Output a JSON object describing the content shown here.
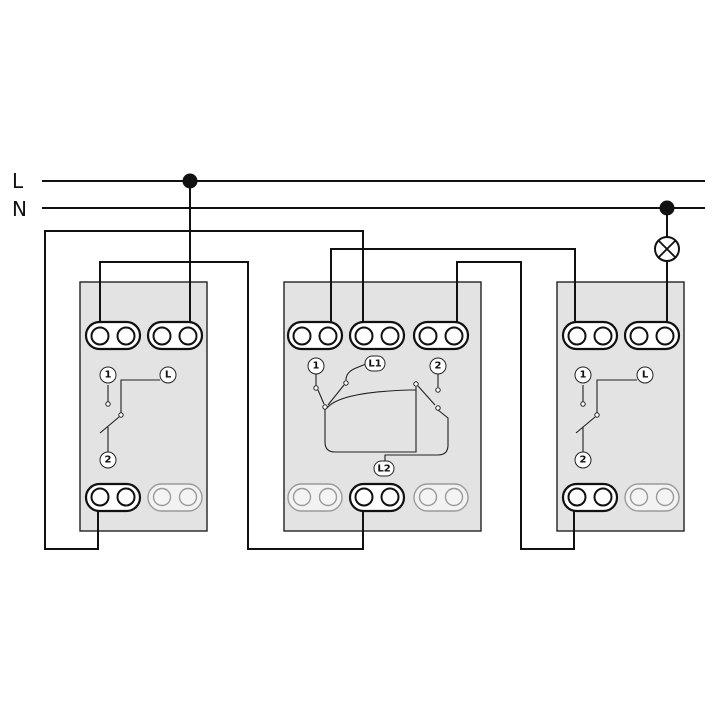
{
  "buses": {
    "line": "L",
    "neutral": "N"
  },
  "devices": [
    {
      "type": "two-way",
      "labels": {
        "t1": "1",
        "t2": "2",
        "common": "L"
      }
    },
    {
      "type": "intermediate",
      "labels": {
        "t1": "1",
        "t2": "2",
        "l1": "L1",
        "l2": "L2"
      }
    },
    {
      "type": "two-way",
      "labels": {
        "t1": "1",
        "t2": "2",
        "common": "L"
      }
    }
  ],
  "lamp": {
    "icon": "lamp-icon"
  },
  "colors": {
    "ink": "#111111",
    "body": "#e3e3e3",
    "inactive": "#9a9a9a"
  }
}
